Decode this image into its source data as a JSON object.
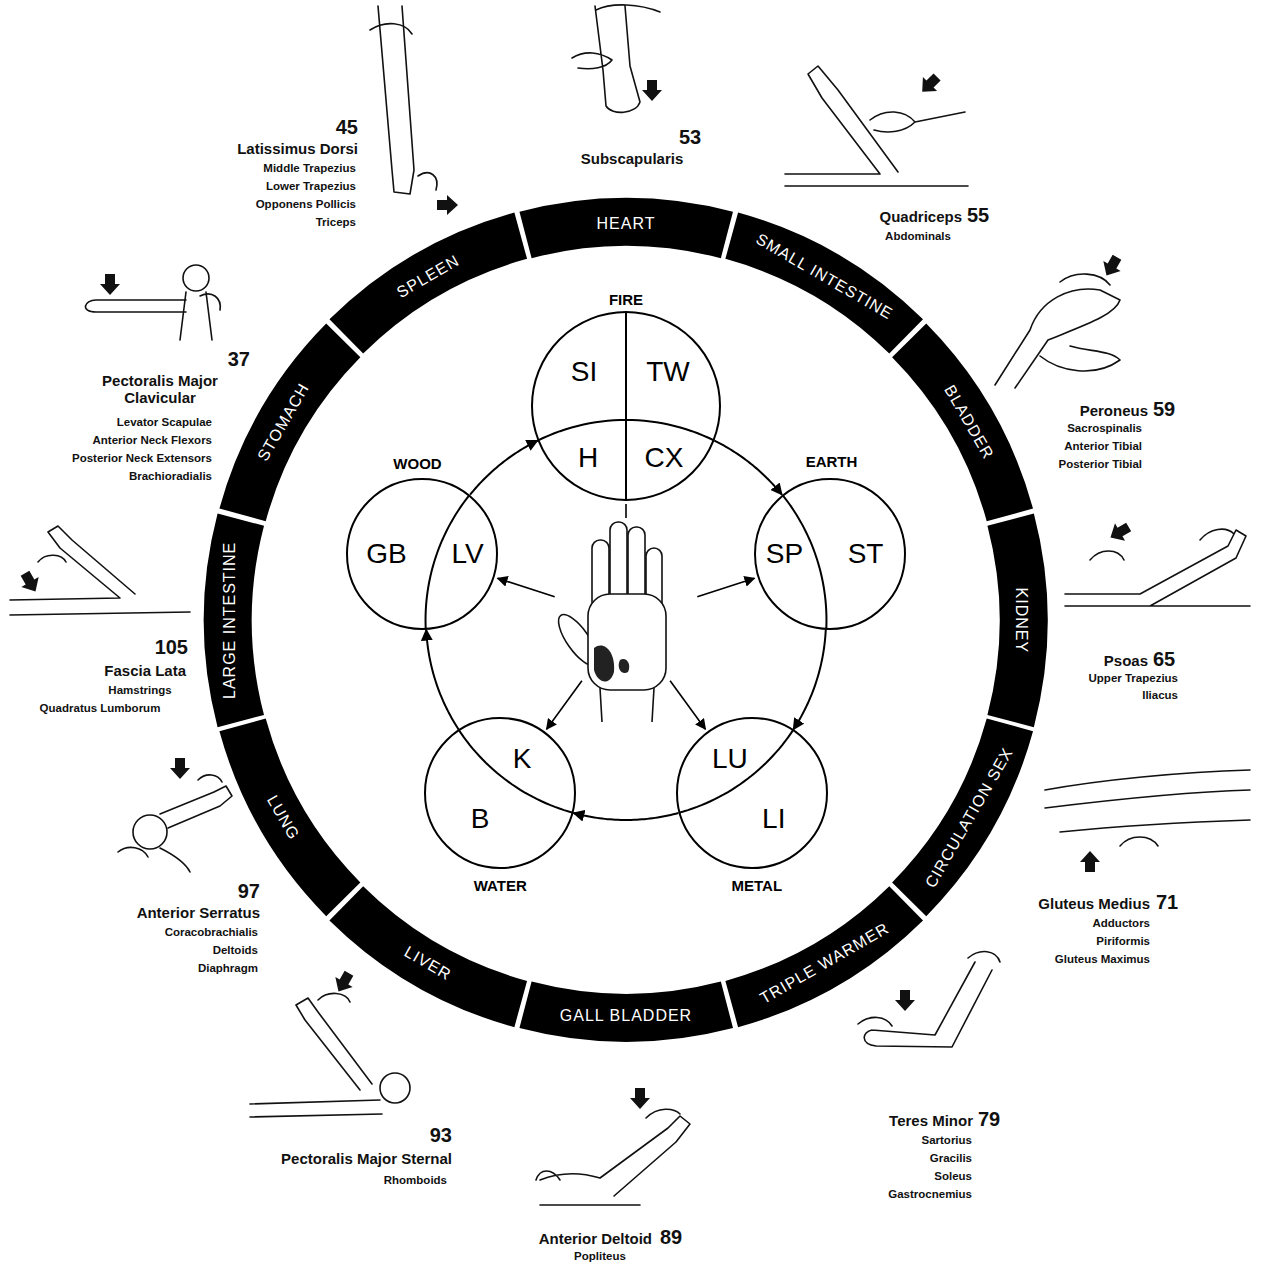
{
  "diagram": {
    "nodes": [
      {
        "text": [
          "HEART"
        ]
      },
      {
        "text": [
          "SMALL INTESTINE"
        ]
      },
      {
        "text": [
          "BLADDER"
        ]
      },
      {
        "text": [
          "KIDNEY"
        ]
      },
      {
        "text": [
          "CIRCULATION SEX"
        ]
      },
      {
        "text": [
          "TRIPLE WARMER"
        ]
      },
      {
        "text": [
          "GALL BLADDER"
        ]
      },
      {
        "text": [
          "LIVER"
        ]
      },
      {
        "text": [
          "LUNG"
        ]
      },
      {
        "text": [
          "LARGE INTESTINE"
        ]
      },
      {
        "text": [
          "STOMACH"
        ]
      },
      {
        "text": [
          "SPLEEN"
        ]
      },
      {
        "text": [
          "FIRE",
          "SI",
          "TW",
          "H",
          "CX"
        ]
      },
      {
        "text": [
          "EARTH",
          "SP",
          "ST"
        ]
      },
      {
        "text": [
          "METAL",
          "LU",
          "LI"
        ]
      },
      {
        "text": [
          "WATER",
          "K",
          "B"
        ]
      },
      {
        "text": [
          "WOOD",
          "GB",
          "LV"
        ]
      }
    ],
    "edges": [
      {
        "from": 16,
        "to": 12,
        "arrow": "to"
      },
      {
        "from": 12,
        "to": 13,
        "arrow": "to"
      },
      {
        "from": 13,
        "to": 14,
        "arrow": "to"
      },
      {
        "from": 14,
        "to": 15,
        "arrow": "to"
      },
      {
        "from": 15,
        "to": 16,
        "arrow": "to"
      }
    ],
    "labels": [
      "53",
      "Subscapularis",
      "Quadriceps",
      "55",
      "Abdominals",
      "Peroneus",
      "59",
      "Sacrospinalis",
      "Anterior Tibial",
      "Posterior Tibial",
      "Psoas",
      "65",
      "Upper Trapezius",
      "Iliacus",
      "Gluteus Medius",
      "71",
      "Adductors",
      "Piriformis",
      "Gluteus Maximus",
      "Teres Minor",
      "79",
      "Sartorius",
      "Gracilis",
      "Soleus",
      "Gastrocnemius",
      "Anterior Deltoid",
      "89",
      "Popliteus",
      "93",
      "Pectoralis Major Sternal",
      "Rhomboids",
      "97",
      "Anterior Serratus",
      "Coracobrachialis",
      "Deltoids",
      "Diaphragm",
      "105",
      "Fascia Lata",
      "Hamstrings",
      "Quadratus Lumborum",
      "37",
      "Pectoralis Major Clavicular",
      "Levator Scapulae",
      "Anterior Neck Flexors",
      "Posterior Neck Extensors",
      "Brachioradialis",
      "45",
      "Latissimus Dorsi",
      "Middle Trapezius",
      "Lower Trapezius",
      "Opponens Pollicis",
      "Triceps"
    ]
  }
}
